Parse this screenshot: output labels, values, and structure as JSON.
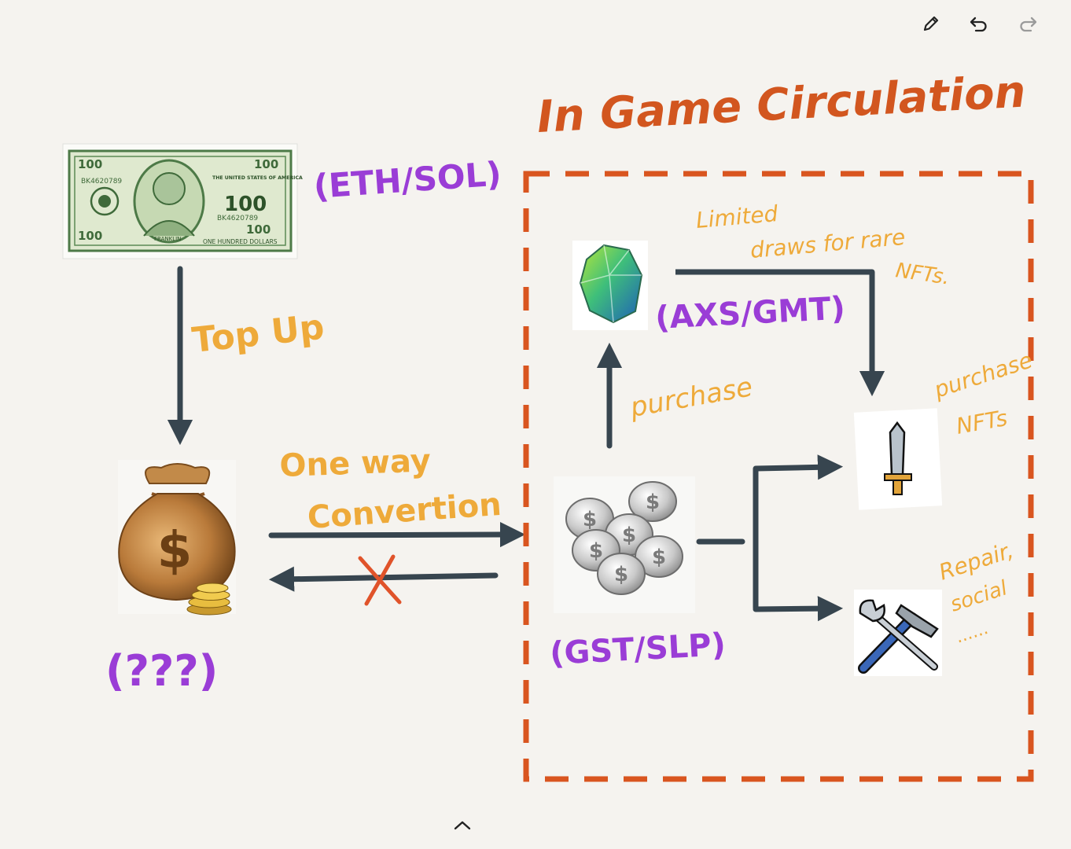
{
  "toolbar": {
    "pen_icon": "pencil-icon",
    "undo_icon": "undo-icon",
    "redo_icon": "redo-icon"
  },
  "colors": {
    "background": "#f5f3ef",
    "arrow": "#37454f",
    "circulation_box": "#d9551f",
    "title": "#d2561f",
    "token_labels": "#9a3dd6",
    "annotations": "#eeaa3a",
    "cross": "#e0532a"
  },
  "diagram": {
    "title": "In Game Circulation",
    "fiat_label": "(ETH/SOL)",
    "top_up_label": "Top Up",
    "bag_label": "(???)",
    "conversion_label_line1": "One way",
    "conversion_label_line2": "Convertion",
    "governance_label": "(AXS/GMT)",
    "utility_label": "(GST/SLP)",
    "purchase_label": "purchase",
    "limited_line1": "Limited",
    "limited_line2": "draws for rare",
    "limited_line3": "NFTs.",
    "purchase_nfts_line1": "purchase",
    "purchase_nfts_line2": "NFTs",
    "repair_line1": "Repair,",
    "repair_line2": "social",
    "repair_line3": "......",
    "banknote_text": "100",
    "banknote_words": "ONE HUNDRED DOLLARS",
    "banknote_country": "THE UNITED STATES OF AMERICA",
    "banknote_serial": "BK4620789",
    "banknote_name": "FRANKLIN"
  },
  "footer": {
    "expand_icon": "chevron-up-icon"
  }
}
